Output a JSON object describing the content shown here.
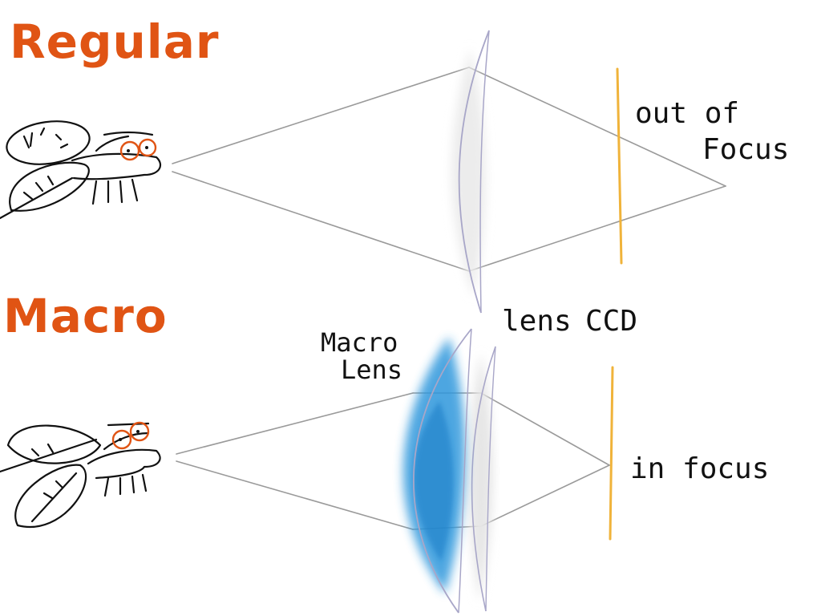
{
  "headings": {
    "regular": "Regular",
    "macro": "Macro"
  },
  "labels": {
    "out_of": "out of",
    "focus": "Focus",
    "lens": "lens",
    "ccd": "CCD",
    "macro_lens_line1": "Macro",
    "macro_lens_line2": "Lens",
    "in_focus": "in focus"
  },
  "colors": {
    "heading": "#e05414",
    "ccd_line": "#f0b33a",
    "macro_lens_fill": "#2f97dc",
    "lens_fill": "#ececec",
    "fly_eye": "#e05414"
  },
  "icons": {
    "subject": "fly-drawing"
  }
}
